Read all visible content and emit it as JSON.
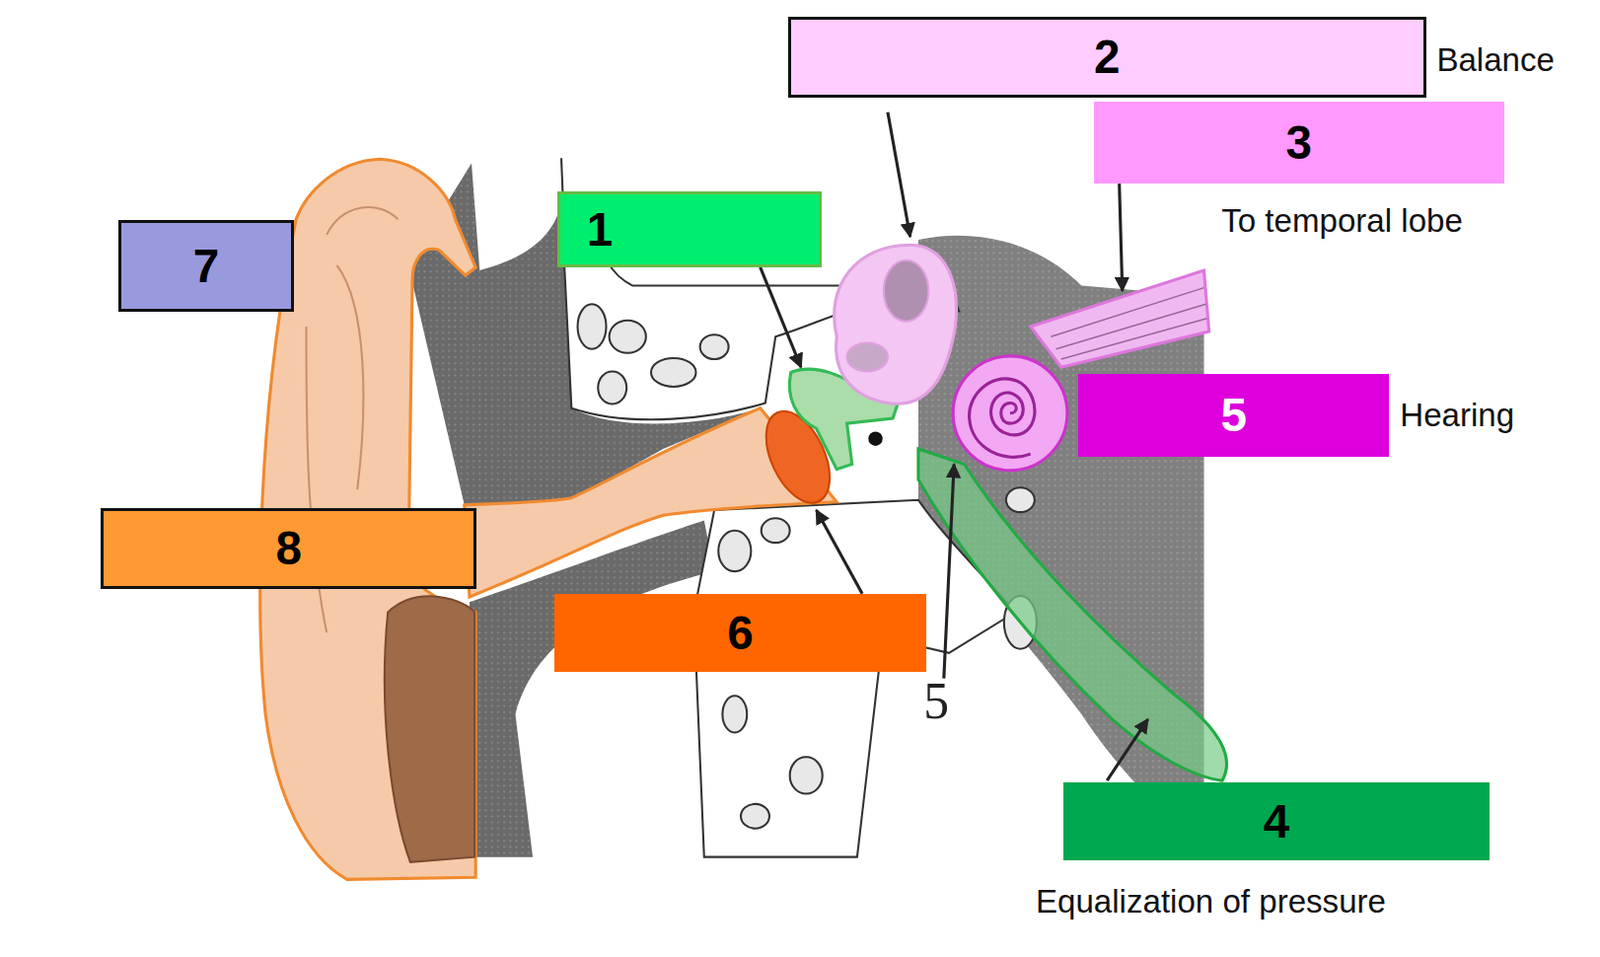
{
  "diagram": {
    "nodes": [
      {
        "text": [
          "2",
          "Balance"
        ]
      },
      {
        "text": [
          "3",
          "To temporal lobe"
        ]
      },
      {
        "text": [
          "1"
        ]
      },
      {
        "text": [
          "7"
        ]
      },
      {
        "text": [
          "5",
          "Hearing"
        ]
      },
      {
        "text": [
          "8"
        ]
      },
      {
        "text": [
          "6"
        ]
      },
      {
        "text": [
          "4",
          "Equalization of pressure"
        ]
      }
    ],
    "labels": [
      "5"
    ]
  }
}
